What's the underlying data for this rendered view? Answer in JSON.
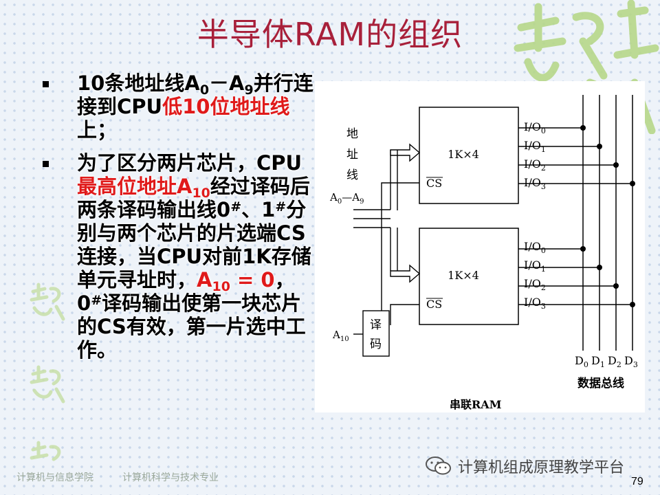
{
  "slide": {
    "title": "半导体RAM的组织",
    "page_number": "79",
    "logo_text": "吉祥"
  },
  "bullets": [
    {
      "segments": [
        {
          "t": "10条地址线A"
        },
        {
          "t": "0",
          "sub": true
        },
        {
          "t": "－A"
        },
        {
          "t": "9",
          "sub": true
        },
        {
          "t": "并行连接到CPU"
        },
        {
          "t": "低10位地址线",
          "red": true
        },
        {
          "t": "上；"
        }
      ]
    },
    {
      "segments": [
        {
          "t": "为了区分两片芯片，CPU"
        },
        {
          "t": "最高位地址A",
          "red": true
        },
        {
          "t": "10",
          "sub": true,
          "red": true
        },
        {
          "t": "经过译码后两条译码输出线0"
        },
        {
          "t": "#",
          "sup": true
        },
        {
          "t": "、1"
        },
        {
          "t": "#",
          "sup": true
        },
        {
          "t": "分别与两个芯片的片选端CS连接，当CPU对前1K存储单元寻址时，"
        },
        {
          "t": "A",
          "red": true
        },
        {
          "t": "10",
          "sub": true,
          "red": true
        },
        {
          "t": " = 0",
          "red": true
        },
        {
          "t": "，0"
        },
        {
          "t": "#",
          "sup": true
        },
        {
          "t": "译码输出使第一块芯片的CS有效，第一片选中工作。"
        }
      ]
    }
  ],
  "diagram": {
    "addr_label_chars": [
      "地",
      "址",
      "线"
    ],
    "addr_bus": "A",
    "addr_bus_sub0": "0",
    "addr_bus_dash": "—A",
    "addr_bus_sub1": "9",
    "chip_label": "1K×4",
    "cs_label": "CS",
    "io_label": "I/O",
    "io_indices": [
      "0",
      "1",
      "2",
      "3"
    ],
    "decoder_chars": [
      "译",
      "码"
    ],
    "a10_label": "A",
    "a10_sub": "10",
    "data_label": "D",
    "data_bus_caption": "数据总线",
    "caption": "串联RAM"
  },
  "footer": {
    "left1": "计算机与信息学院",
    "left2": "计算机科学与技术专业",
    "wechat": "计算机组成原理教学平台"
  },
  "colors": {
    "title": "#a8203a",
    "highlight": "#e01a1a",
    "logo_green": "#b7d88a"
  }
}
